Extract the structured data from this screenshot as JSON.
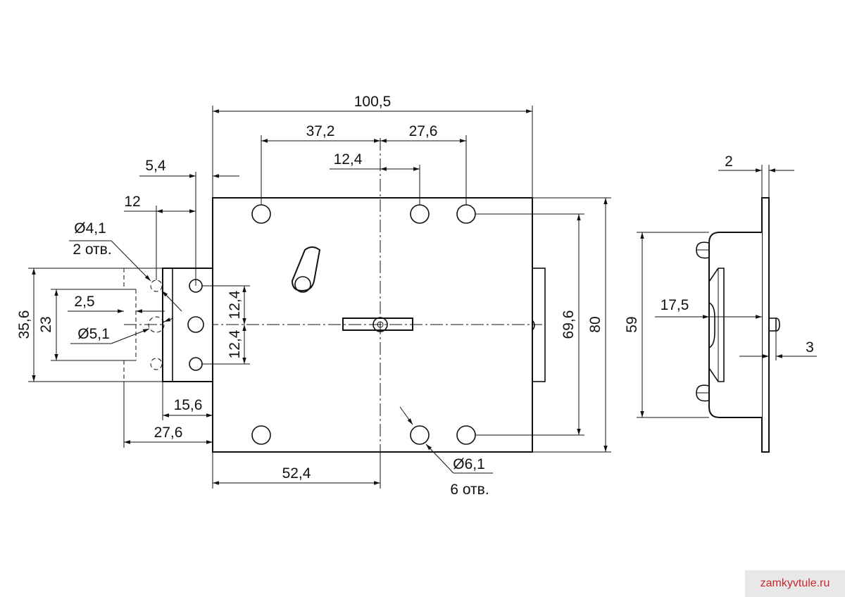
{
  "dimensions": {
    "overall_width": "100,5",
    "hole_pitch_left": "37,2",
    "hole_pitch_right": "27,6",
    "key_offset": "12,4",
    "faceplate_offset": "5,4",
    "strike_width": "12",
    "small_hole_dia": "Ø4,1",
    "small_hole_count": "2 отв.",
    "slot_width": "2,5",
    "strike_hole_dia": "Ø5,1",
    "strike_total_height": "35,6",
    "strike_hole_span": "23",
    "bolt_pitch_upper": "12,4",
    "bolt_pitch_lower": "12,4",
    "bolt_offset": "15,6",
    "strike_depth": "27,6",
    "key_center": "52,4",
    "mount_hole_dia": "Ø6,1",
    "mount_hole_count": "6 отв.",
    "mount_hole_span": "69,6",
    "overall_height": "80",
    "side_plate_thickness": "2",
    "side_height": "59",
    "side_depth": "17,5",
    "bolt_projection": "3"
  },
  "watermark": "zamkyvtule.ru"
}
